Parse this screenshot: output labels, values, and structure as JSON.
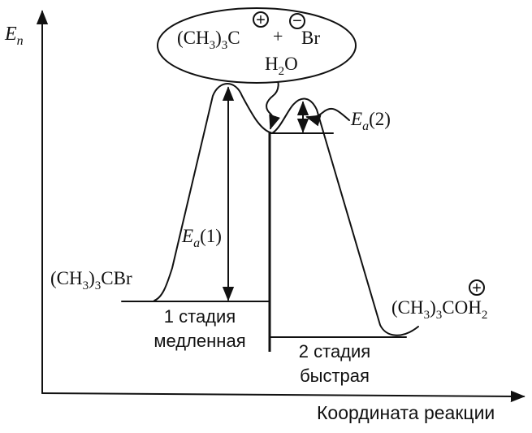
{
  "axes": {
    "y_label_main": "E",
    "y_label_sub": "п",
    "x_label": "Координата реакции"
  },
  "intermediate": {
    "group": "(CH",
    "group_sub": "3",
    "group_close": ")",
    "count_sub": "3",
    "atom": "C",
    "plus_sign": "+",
    "anion": "Br",
    "cation_charge": "+",
    "anion_charge": "−"
  },
  "reagent": {
    "main": "H",
    "sub": "2",
    "end": "O"
  },
  "reactant": {
    "group": "(CH",
    "group_sub": "3",
    "group_close": ")",
    "count_sub": "3",
    "rest": "CBr"
  },
  "product": {
    "group": "(CH",
    "group_sub": "3",
    "group_close": ")",
    "count_sub": "3",
    "rest": "COH",
    "h_sub": "2",
    "charge": "+"
  },
  "activation_1": {
    "main": "E",
    "sub": "a",
    "suffix": "(1)"
  },
  "activation_2": {
    "main": "E",
    "sub": "a",
    "suffix": "(2)"
  },
  "stage_1": {
    "line1": "1 стадия",
    "line2": "медленная"
  },
  "stage_2": {
    "line1": "2 стадия",
    "line2": "быстрая"
  }
}
